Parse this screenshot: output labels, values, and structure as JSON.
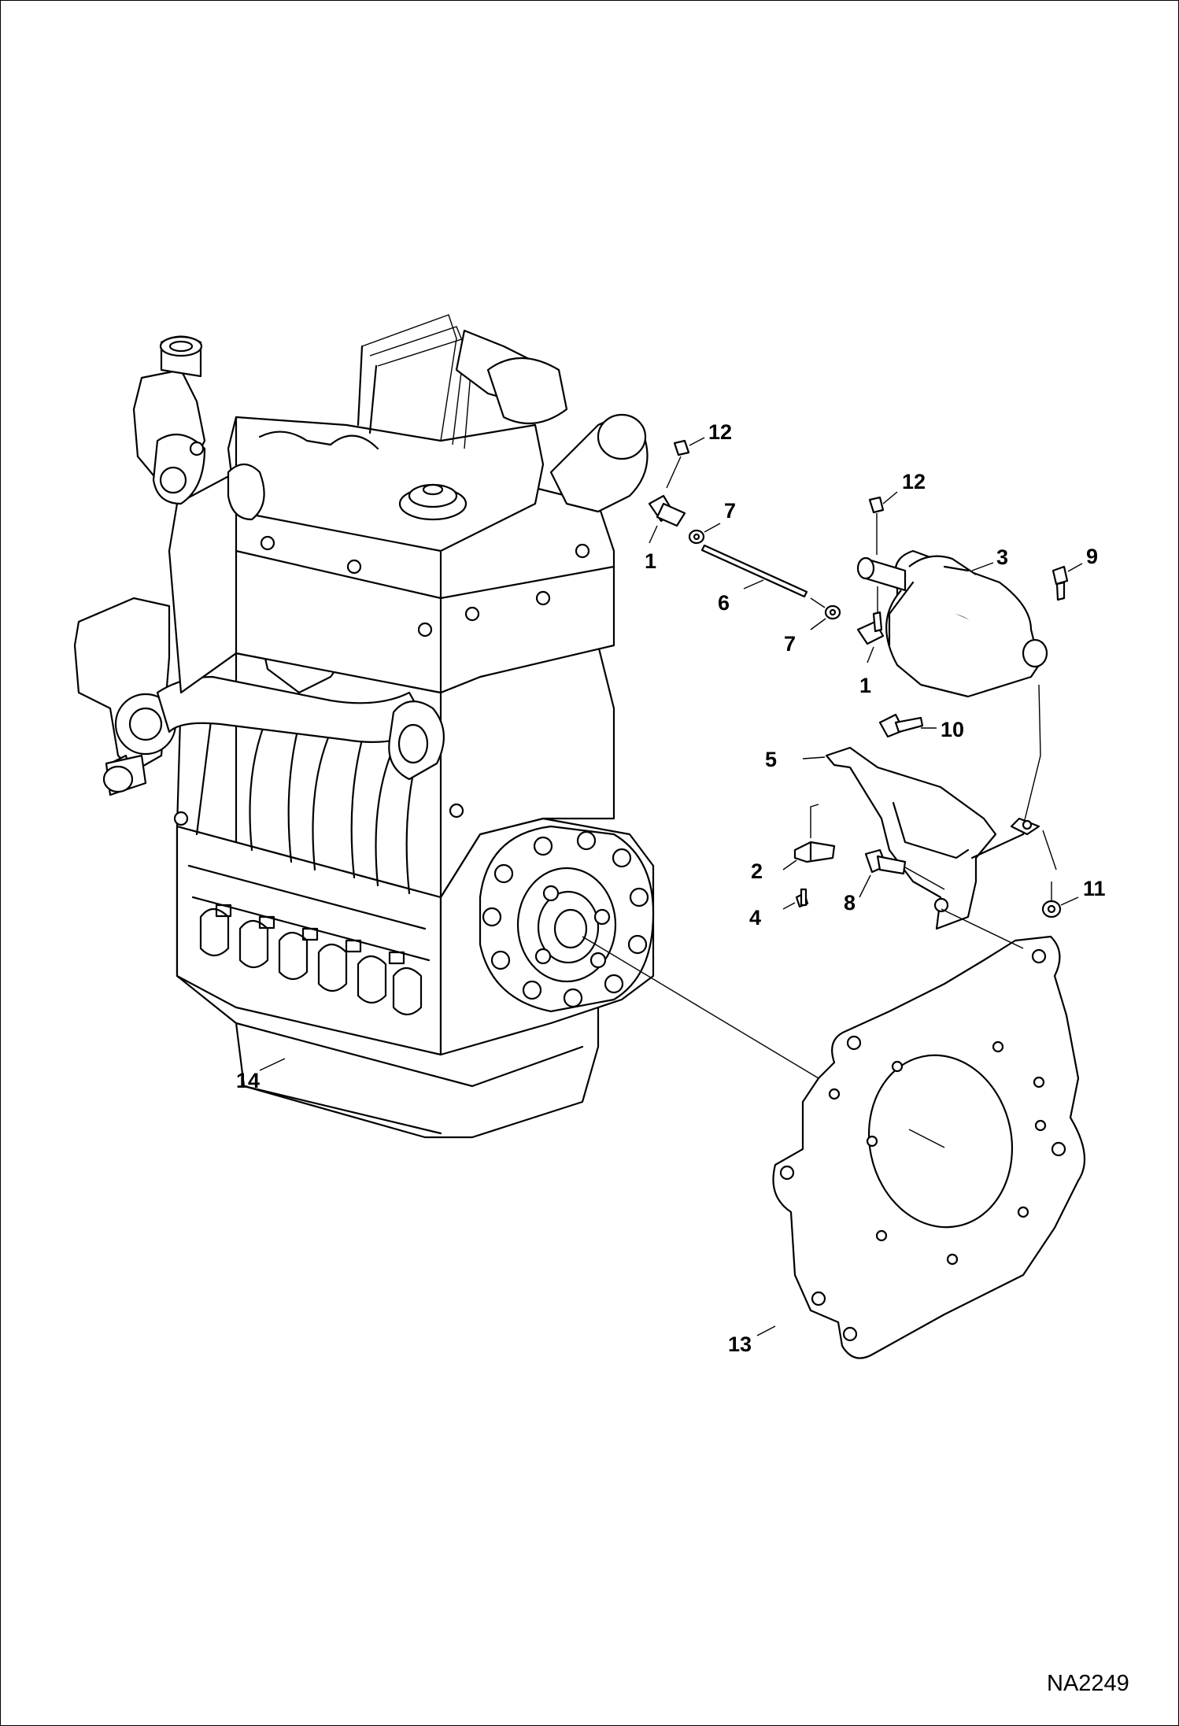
{
  "drawing_id": "NA2249",
  "callouts": [
    {
      "id": "c12a",
      "label": "12"
    },
    {
      "id": "c7a",
      "label": "7"
    },
    {
      "id": "c1a",
      "label": "1"
    },
    {
      "id": "c6",
      "label": "6"
    },
    {
      "id": "c7b",
      "label": "7"
    },
    {
      "id": "c12b",
      "label": "12"
    },
    {
      "id": "c3",
      "label": "3"
    },
    {
      "id": "c9",
      "label": "9"
    },
    {
      "id": "c1b",
      "label": "1"
    },
    {
      "id": "c10",
      "label": "10"
    },
    {
      "id": "c5",
      "label": "5"
    },
    {
      "id": "c2",
      "label": "2"
    },
    {
      "id": "c8",
      "label": "8"
    },
    {
      "id": "c4",
      "label": "4"
    },
    {
      "id": "c11",
      "label": "11"
    },
    {
      "id": "c14",
      "label": "14"
    },
    {
      "id": "c13",
      "label": "13"
    }
  ]
}
